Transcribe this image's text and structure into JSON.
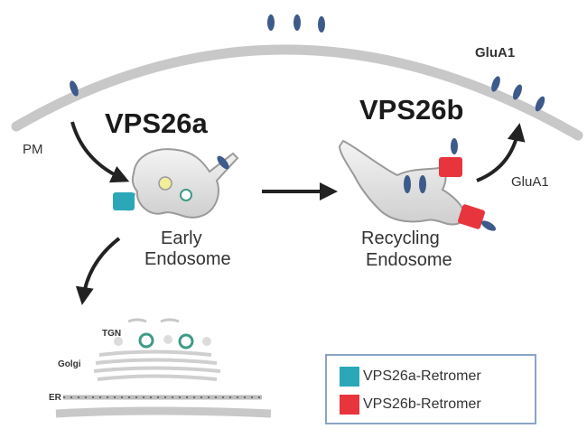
{
  "diagram": {
    "labels": {
      "glua1_top": "GluA1",
      "pm": "PM",
      "vps26a": "VPS26a",
      "vps26b": "VPS26b",
      "glua1_side": "GluA1",
      "early_line1": "Early",
      "early_line2": "Endosome",
      "recycling_line1": "Recycling",
      "recycling_line2": "Endosome",
      "tgn": "TGN",
      "golgi": "Golgi",
      "er": "ER"
    },
    "legend": [
      {
        "label": "VPS26a-Retromer",
        "color": "#2ba7b8"
      },
      {
        "label": "VPS26b-Retromer",
        "color": "#e8343c"
      }
    ],
    "colors": {
      "membrane": "#c8c8c8",
      "receptor": "#3d5a8a",
      "arrow": "#222222",
      "vps26a_retromer": "#2ba7b8",
      "vps26b_retromer": "#e8343c",
      "organelle": "#dcdcdc",
      "vesicle_accent": "#3f9a86"
    }
  }
}
